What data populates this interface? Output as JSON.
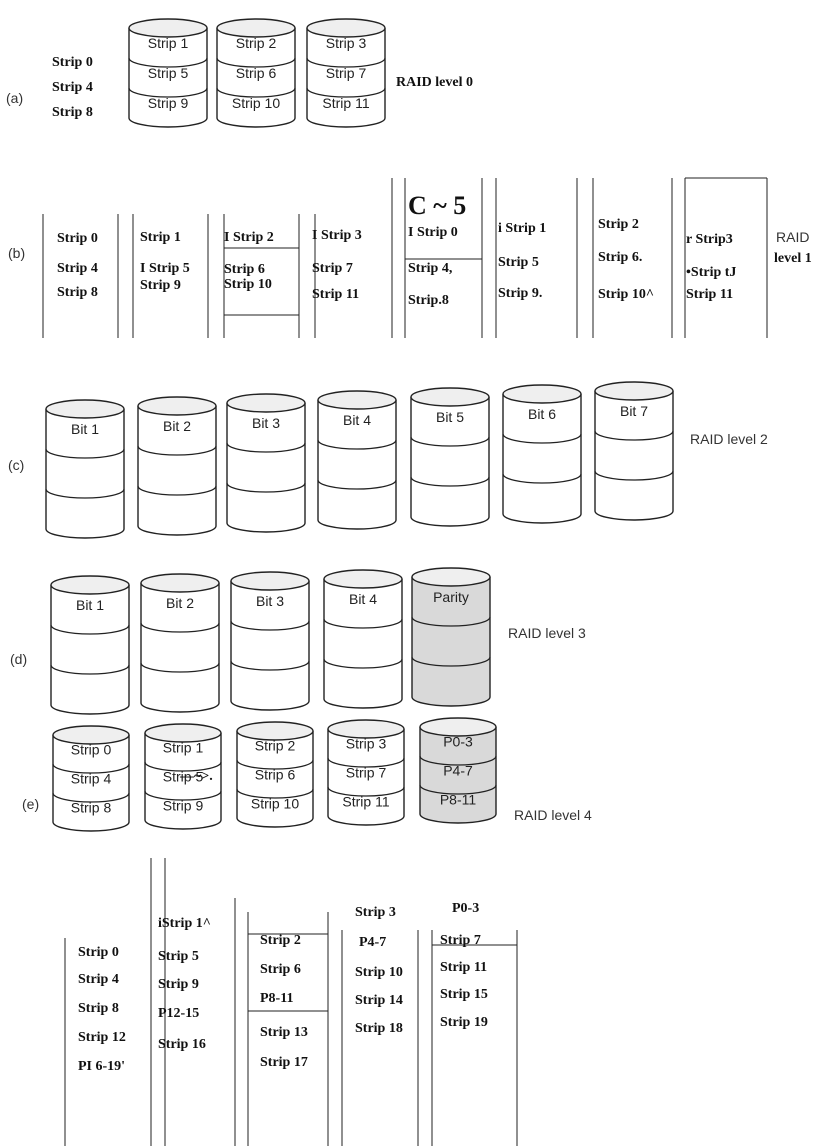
{
  "panel_a": {
    "letter": "(a)",
    "left_labels": [
      "Strip 0",
      "Strip 4",
      "Strip 8"
    ],
    "disks": [
      [
        "Strip 1",
        "Strip 5",
        "Strip 9"
      ],
      [
        "Strip 2",
        "Strip 6",
        "Strip 10"
      ],
      [
        "Strip 3",
        "Strip 7",
        "Strip 11"
      ]
    ],
    "level": "RAID level 0"
  },
  "panel_b": {
    "letter": "(b)",
    "big_text": "C ~ 5",
    "columns": [
      [
        "Strip 0",
        "Strip 4",
        "Strip 8"
      ],
      [
        "Strip 1",
        "I Strip 5",
        "Strip 9"
      ],
      [
        "I Strip 2",
        "Strip 6",
        "Strip 10"
      ],
      [
        "I Strip 3",
        "Strip 7",
        "Strip 11"
      ],
      [
        "I Strip 0",
        "Strip 4,",
        "Strip.8"
      ],
      [
        "i Strip 1",
        "Strip 5",
        "Strip 9."
      ],
      [
        "Strip 2",
        "Strip 6.",
        "Strip 10^"
      ],
      [
        "r Strip3",
        "•Strip tJ",
        "Strip 11"
      ]
    ],
    "level_line1": "RAID",
    "level_line2": "level 1"
  },
  "panel_c": {
    "letter": "(c)",
    "disks": [
      "Bit 1",
      "Bit 2",
      "Bit 3",
      "Bit 4",
      "Bit 5",
      "Bit 6",
      "Bit 7"
    ],
    "level": "RAID level 2"
  },
  "panel_d": {
    "letter": "(d)",
    "disks": [
      "Bit 1",
      "Bit 2",
      "Bit 3",
      "Bit 4",
      "Parity"
    ],
    "level": "RAID level 3"
  },
  "panel_e": {
    "letter": "(e)",
    "disks": [
      [
        "Strip 0",
        "Strip 4",
        "Strip 8"
      ],
      [
        "Strip 1",
        "Strip 5",
        "Strip 9"
      ],
      [
        "Strip 2",
        "Strip 6",
        "Strip 10"
      ],
      [
        "Strip 3",
        "Strip 7",
        "Strip 11"
      ],
      [
        "P0-3",
        "P4-7",
        "P8-11"
      ]
    ],
    "level": "RAID level 4"
  },
  "panel_f": {
    "arrow_text": "—~>.",
    "columns": [
      [
        "Strip 0",
        "Strip 4",
        "Strip 8",
        "Strip 12",
        "PI 6-19'"
      ],
      [
        "iStrip 1^",
        "Strip 5",
        "Strip 9",
        "P12-15",
        "Strip 16"
      ],
      [
        "Strip 2",
        "Strip 6",
        "P8-11",
        "Strip 13",
        "Strip 17"
      ],
      [
        "Strip 3",
        "P4-7",
        "Strip 10",
        "Strip 14",
        "Strip 18"
      ],
      [
        "P0-3",
        "Strip 7",
        "Strip 11",
        "Strip 15",
        "Strip 19"
      ]
    ]
  },
  "colors": {
    "ink": "#222222",
    "parity_fill": "#d9d9d9",
    "cap_fill": "#efefef"
  }
}
